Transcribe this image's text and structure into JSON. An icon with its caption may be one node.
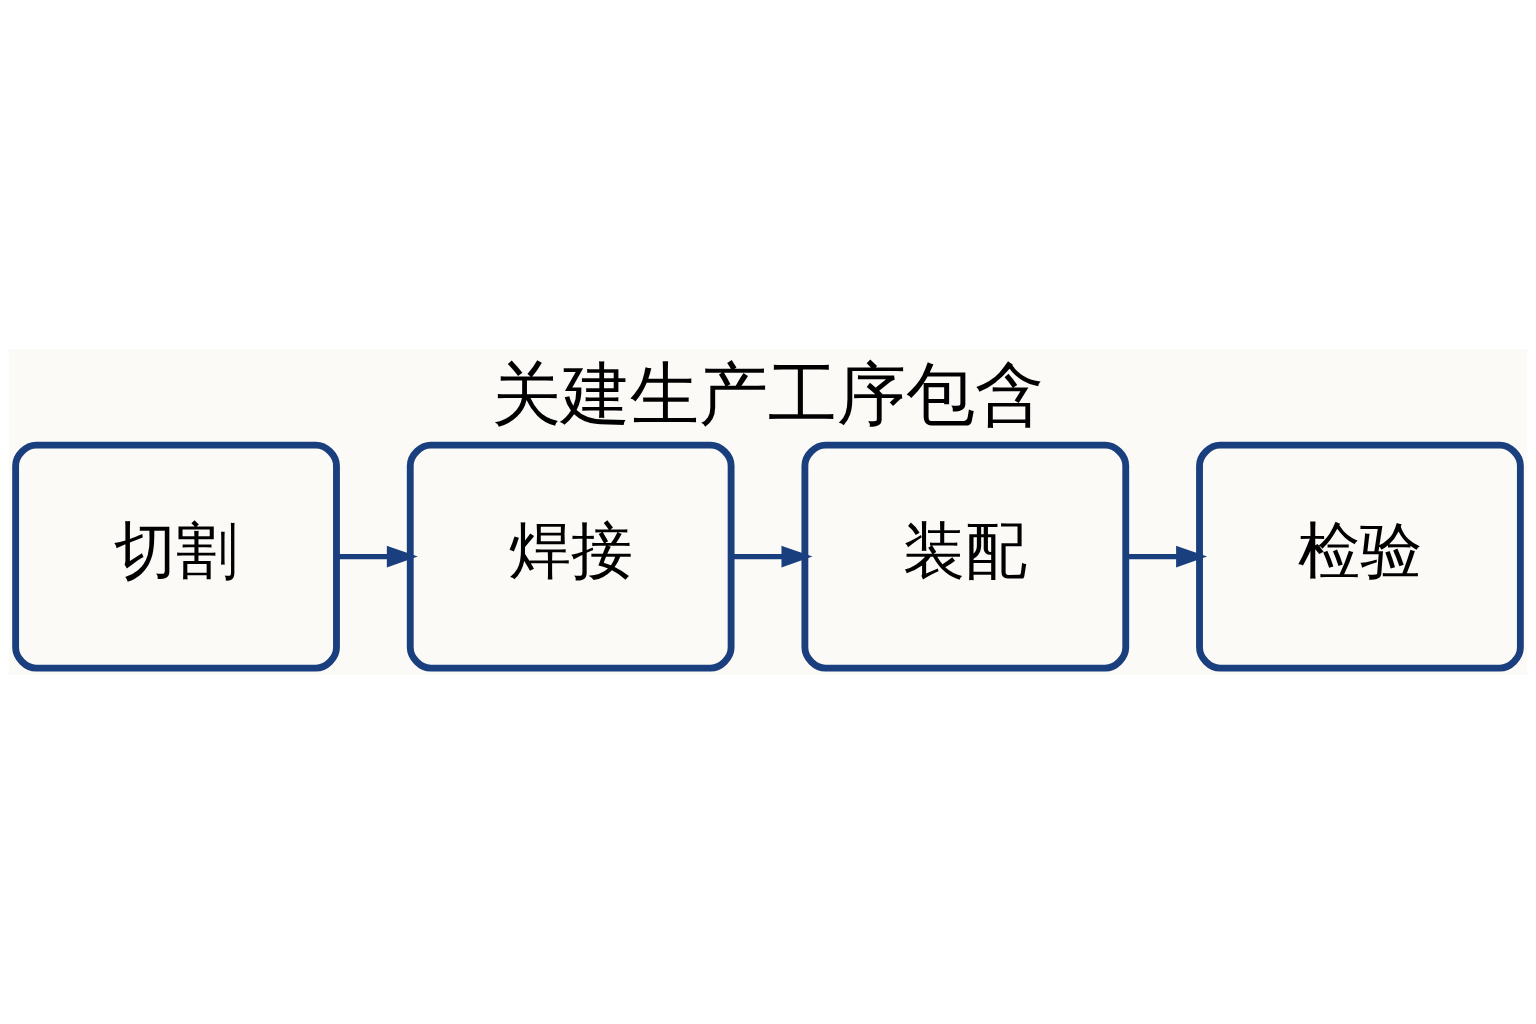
{
  "diagram": {
    "title": "关建生产工序包含",
    "nodes": [
      {
        "text": [
          "切割"
        ]
      },
      {
        "text": [
          "焊接"
        ]
      },
      {
        "text": [
          "装配"
        ]
      },
      {
        "text": [
          "检验"
        ]
      }
    ],
    "edges": [
      {
        "from": 0,
        "to": 1,
        "arrow": "to"
      },
      {
        "from": 1,
        "to": 2,
        "arrow": "to"
      },
      {
        "from": 2,
        "to": 3,
        "arrow": "to"
      }
    ]
  }
}
